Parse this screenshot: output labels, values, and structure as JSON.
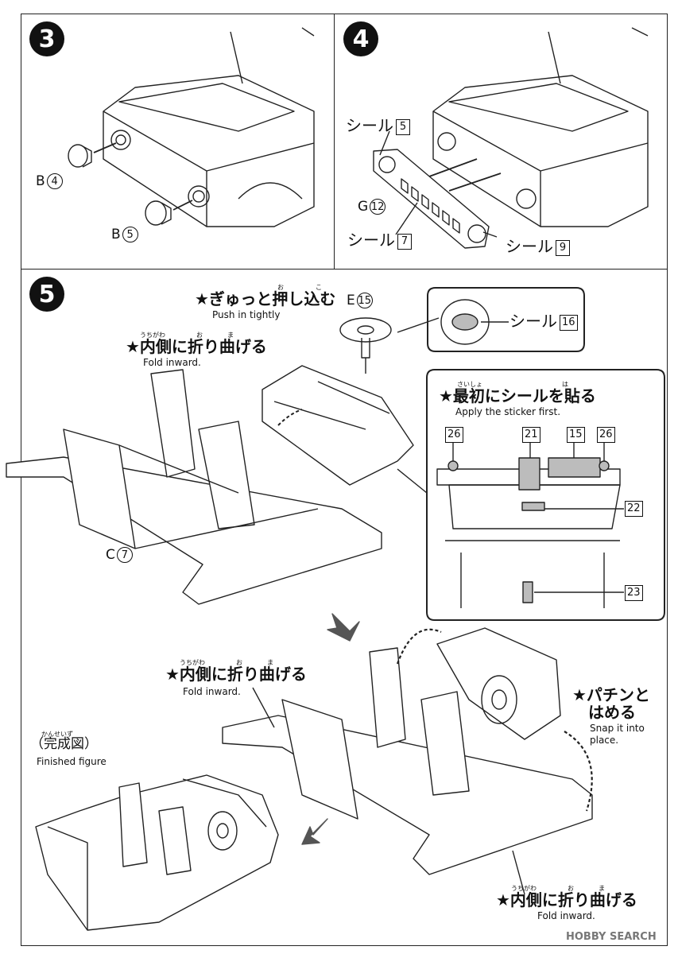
{
  "steps": {
    "s3": {
      "number": "3",
      "part_b4": "B",
      "part_b4_num": "4",
      "part_b5": "B",
      "part_b5_num": "5"
    },
    "s4": {
      "number": "4",
      "sticker_label": "シール",
      "sticker_5": "5",
      "part_g": "G",
      "part_g_num": "12",
      "sticker_7": "7",
      "sticker_9": "9"
    },
    "s5": {
      "number": "5",
      "push_jp": "★ぎゅっと押し込む",
      "push_en": "Push in tightly",
      "push_ruby_o": "お",
      "push_ruby_ko": "こ",
      "part_e": "E",
      "part_e_num": "15",
      "sticker_16": "16",
      "fold_jp": "★内側に折り曲げる",
      "fold_ruby_uchigawa": "うちがわ",
      "fold_ruby_o": "お",
      "fold_ruby_ma": "ま",
      "fold_en": "Fold inward.",
      "apply_jp": "★最初にシールを貼る",
      "apply_ruby_saisho": "さいしょ",
      "apply_ruby_ha": "は",
      "apply_en": "Apply the sticker first.",
      "stickers_top": [
        "26",
        "21",
        "15",
        "26"
      ],
      "sticker_22": "22",
      "sticker_23": "23",
      "part_c": "C",
      "part_c_num": "7",
      "snap_jp_1": "★パチンと",
      "snap_jp_2": "はめる",
      "snap_en_1": "Snap it into",
      "snap_en_2": "place.",
      "finished_ruby": "かんせいず",
      "finished_jp": "（完成図）",
      "finished_en": "Finished figure"
    }
  },
  "watermark": "HOBBY SEARCH"
}
